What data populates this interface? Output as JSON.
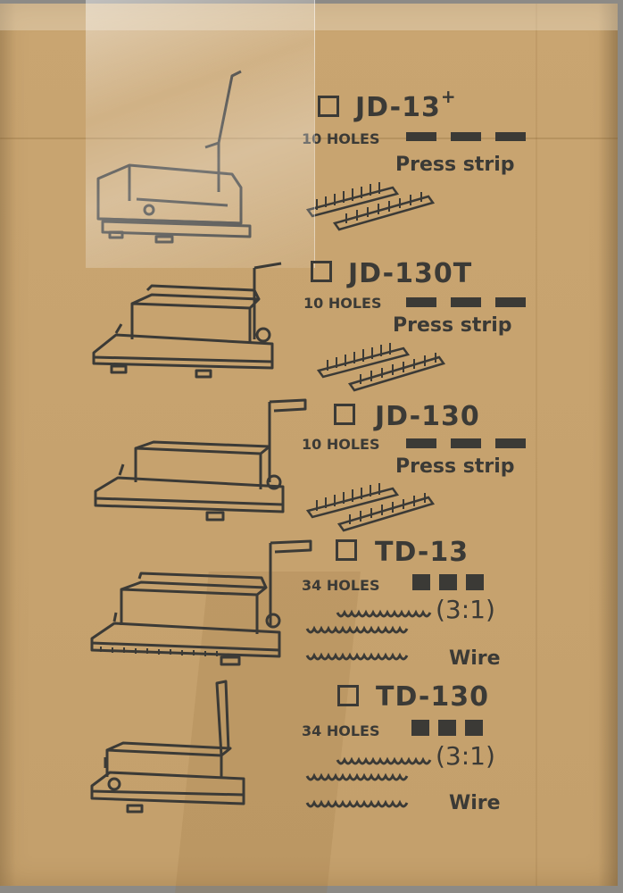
{
  "products": [
    {
      "model": "JD-13",
      "model_suffix": "+",
      "holes": "10 HOLES",
      "bars": 3,
      "ratio": "",
      "type": "Press strip",
      "accessory": "press-strip"
    },
    {
      "model": "JD-130T",
      "model_suffix": "",
      "holes": "10 HOLES",
      "bars": 3,
      "ratio": "",
      "type": "Press strip",
      "accessory": "press-strip"
    },
    {
      "model": "JD-130",
      "model_suffix": "",
      "holes": "10 HOLES",
      "bars": 3,
      "ratio": "",
      "type": "Press strip",
      "accessory": "press-strip"
    },
    {
      "model": "TD-13",
      "model_suffix": "",
      "holes": "34 HOLES",
      "bars": 3,
      "ratio": "(3:1)",
      "type": "Wire",
      "accessory": "wire-spiral"
    },
    {
      "model": "TD-130",
      "model_suffix": "",
      "holes": "34 HOLES",
      "bars": 3,
      "ratio": "(3:1)",
      "type": "Wire",
      "accessory": "wire-spiral"
    }
  ],
  "colors": {
    "cardboard": "#c7a36f",
    "ink": "#3b3a36",
    "background": "#8c8a86"
  }
}
